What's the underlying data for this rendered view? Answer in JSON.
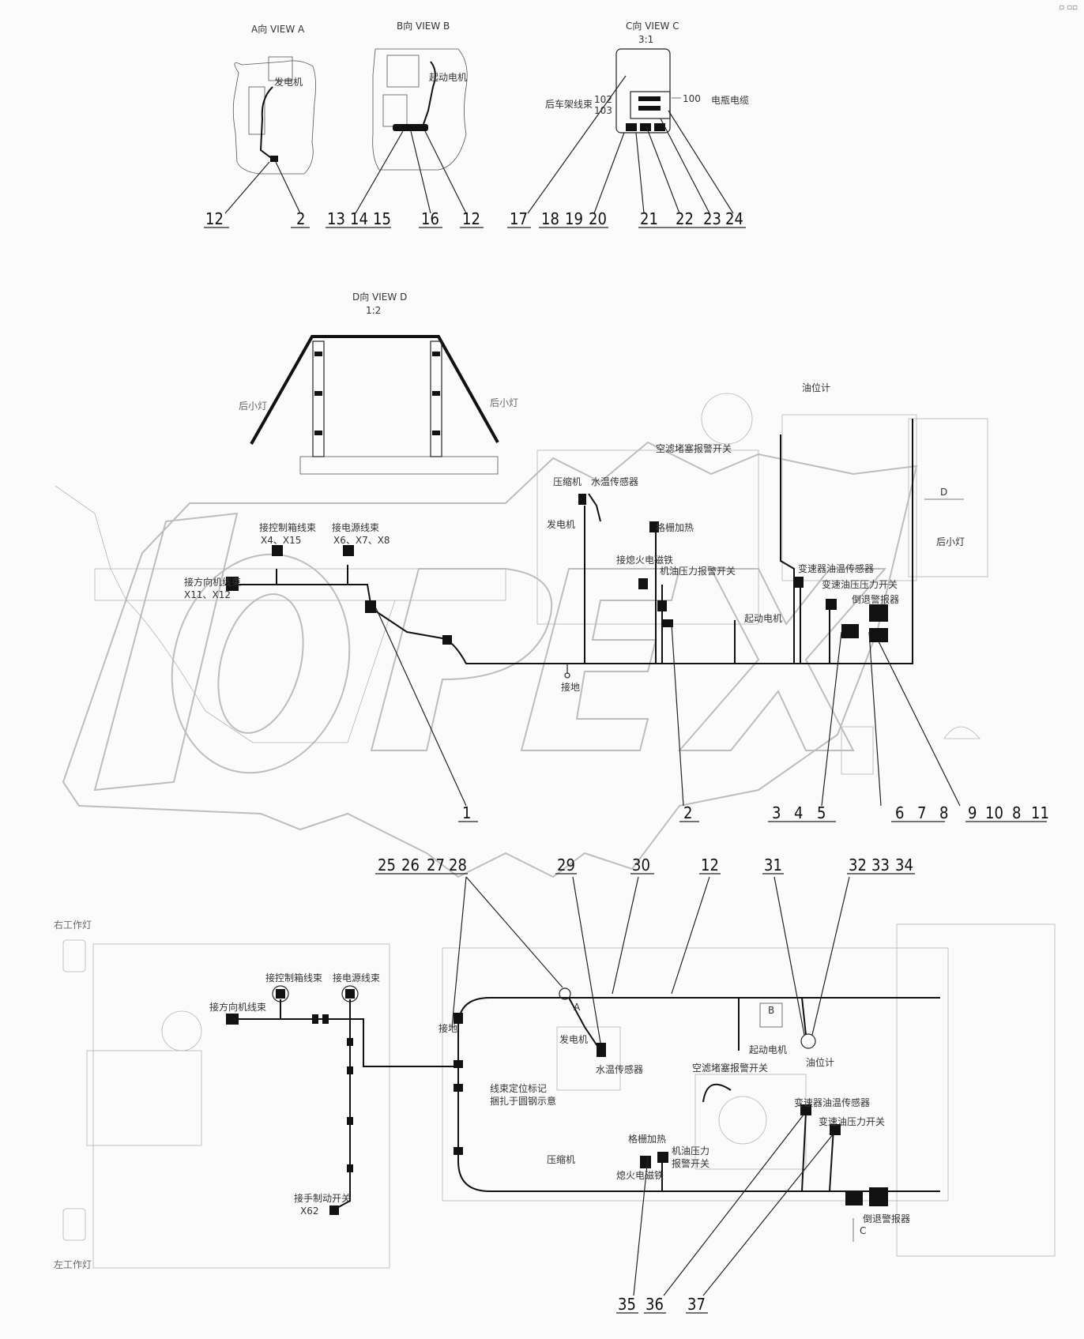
{
  "corner_mark": "▫ ▫▫",
  "views": {
    "a": {
      "title": "A向  VIEW A",
      "labels": [
        "发电机"
      ],
      "callouts": [
        "12",
        "2"
      ]
    },
    "b": {
      "title": "B向  VIEW B",
      "labels": [
        "起动电机"
      ],
      "callouts": [
        "13",
        "14",
        "15",
        "16",
        "12"
      ]
    },
    "c": {
      "title": "C向  VIEW C",
      "scale": "3:1",
      "labels": [
        "后车架线束",
        "102",
        "103",
        "100",
        "电瓶电缆"
      ],
      "callouts": [
        "17",
        "18",
        "19",
        "20",
        "21",
        "22",
        "23",
        "24"
      ]
    },
    "d": {
      "title": "D向  VIEW D",
      "scale": "1:2",
      "labels": [
        "后小灯",
        "后小灯"
      ]
    }
  },
  "side_view": {
    "labels": {
      "ctrl_box": "接控制箱线束",
      "ctrl_box_pins": "X4、X15",
      "power": "接电源线束",
      "power_pins": "X6、X7、X8",
      "steer": "接方向机线束",
      "steer_pins": "X11、X12",
      "oil_gauge": "油位计",
      "air_filter": "空滤堵塞报警开关",
      "compressor": "压缩机",
      "water_temp": "水温传感器",
      "alternator": "发电机",
      "grid_heat": "格栅加热",
      "flameout": "接熄火电磁铁",
      "oil_pressure": "机油压力报警开关",
      "trans_temp": "变速器油温传感器",
      "trans_pressure": "变速油压压力开关",
      "reverse_alarm": "倒退警报器",
      "starter": "起动电机",
      "ground": "接地",
      "tail_light": "后小灯",
      "d_mark": "D"
    },
    "callouts": [
      "1",
      "2",
      "3",
      "4",
      "5",
      "6",
      "7",
      "8",
      "9",
      "10",
      "8",
      "11"
    ]
  },
  "plan_view": {
    "labels": {
      "right_work_light": "右工作灯",
      "left_work_light": "左工作灯",
      "ctrl_box": "接控制箱线束",
      "power": "接电源线束",
      "steer": "接方向机线束",
      "hand_brake": "接手制动开关",
      "hand_brake_pin": "X62",
      "ground": "接地",
      "clip_note_1": "线束定位标记",
      "clip_note_2": "捆扎于圆钢示意",
      "a_mark": "A",
      "alternator": "发电机",
      "water_temp": "水温传感器",
      "air_filter": "空滤堵塞报警开关",
      "b_mark": "B",
      "starter": "起动电机",
      "oil_gauge": "油位计",
      "trans_temp": "变速器油温传感器",
      "trans_pressure": "变速油压力开关",
      "grid_heat": "格栅加热",
      "oil_pressure_1": "机油压力",
      "oil_pressure_2": "报警开关",
      "compressor": "压缩机",
      "flameout": "熄火电磁铁",
      "reverse_alarm": "倒退警报器",
      "c_mark": "C"
    },
    "callouts_top": [
      "25",
      "26",
      "27",
      "28",
      "29",
      "30",
      "12",
      "31",
      "32",
      "33",
      "34"
    ],
    "callouts_bottom": [
      "35",
      "36",
      "37"
    ]
  }
}
